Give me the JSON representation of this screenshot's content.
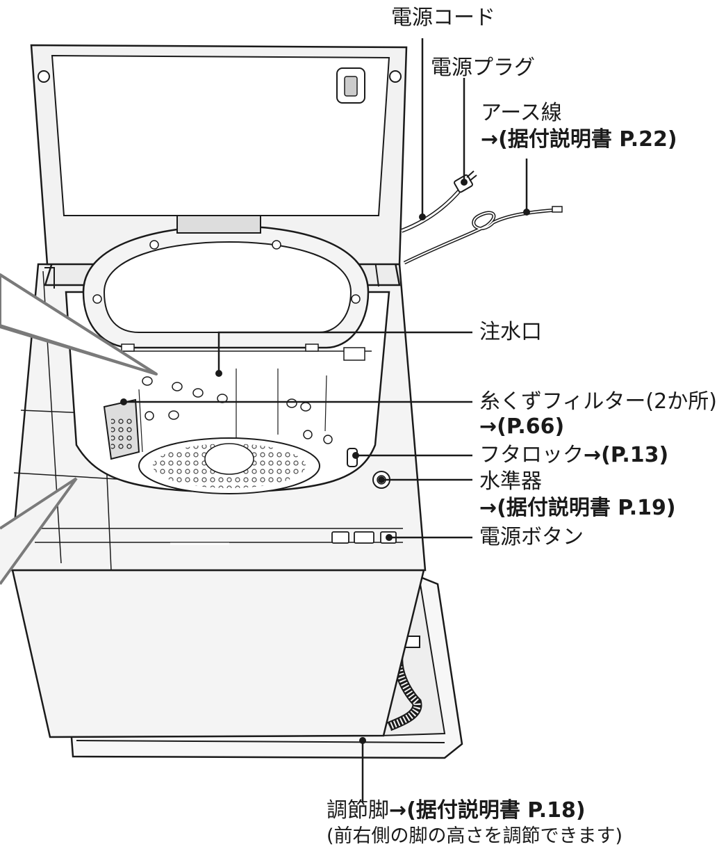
{
  "labels": {
    "power_cord": {
      "text": "電源コード"
    },
    "power_plug": {
      "text": "電源プラグ"
    },
    "earth_wire": {
      "text": "アース線",
      "ref": "→(据付説明書 P.22)"
    },
    "water_inlet": {
      "text": "注水口"
    },
    "lint_filter": {
      "text": "糸くずフィルター(2か所)",
      "ref": "→(P.66)"
    },
    "lid_lock": {
      "text": "フタロック",
      "ref": "→(P.13)"
    },
    "level_gauge": {
      "text": "水準器",
      "ref": "→(据付説明書 P.19)"
    },
    "power_button": {
      "text": "電源ボタン"
    },
    "adjust_foot": {
      "text": "調節脚",
      "ref": "→(据付説明書 P.18)",
      "note": "(前右側の脚の高さを調節できます)"
    }
  },
  "colors": {
    "line": "#1a1a1a",
    "panel": "#f4f4f4",
    "shadow": "#e2e2e2",
    "callout": "#7a7a7a"
  }
}
